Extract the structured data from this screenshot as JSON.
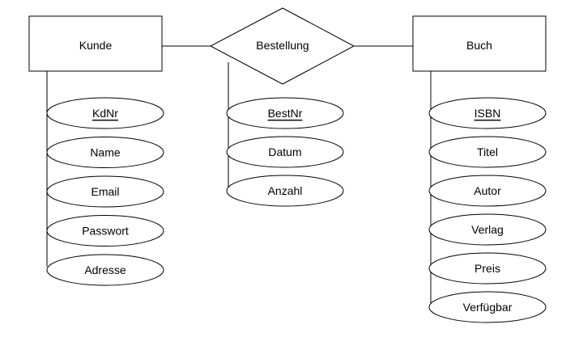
{
  "entities": {
    "kunde": "Kunde",
    "buch": "Buch"
  },
  "relationship": {
    "bestellung": "Bestellung"
  },
  "attributes": {
    "kunde": [
      "KdNr",
      "Name",
      "Email",
      "Passwort",
      "Adresse"
    ],
    "bestellung": [
      "BestNr",
      "Datum",
      "Anzahl"
    ],
    "buch": [
      "ISBN",
      "Titel",
      "Autor",
      "Verlag",
      "Preis",
      "Verfügbar"
    ]
  },
  "primary_keys": {
    "kunde": "KdNr",
    "bestellung": "BestNr",
    "buch": "ISBN"
  }
}
